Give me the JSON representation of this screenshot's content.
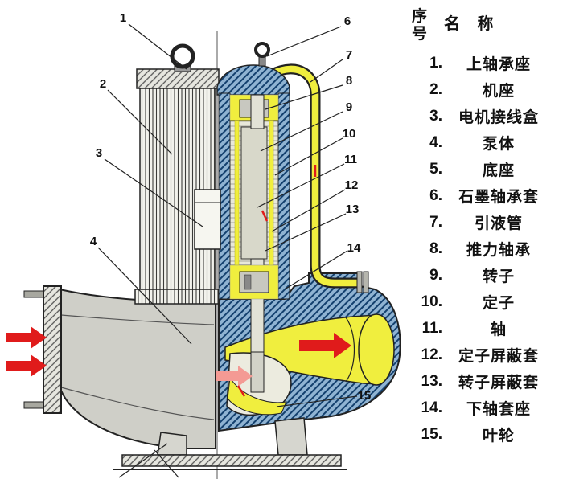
{
  "legend": {
    "header": {
      "col1": "序号",
      "col2": "名 称"
    },
    "items": [
      {
        "num": "1.",
        "name": "上轴承座"
      },
      {
        "num": "2.",
        "name": "机座"
      },
      {
        "num": "3.",
        "name": "电机接线盒"
      },
      {
        "num": "4.",
        "name": "泵体"
      },
      {
        "num": "5.",
        "name": "底座"
      },
      {
        "num": "6.",
        "name": "石墨轴承套"
      },
      {
        "num": "7.",
        "name": "引液管"
      },
      {
        "num": "8.",
        "name": "推力轴承"
      },
      {
        "num": "9.",
        "name": "转子"
      },
      {
        "num": "10.",
        "name": "定子"
      },
      {
        "num": "11.",
        "name": "轴"
      },
      {
        "num": "12.",
        "name": "定子屏蔽套"
      },
      {
        "num": "13.",
        "name": "转子屏蔽套"
      },
      {
        "num": "14.",
        "name": "下轴套座"
      },
      {
        "num": "15.",
        "name": "叶轮"
      }
    ]
  },
  "diagram": {
    "callouts": [
      "1",
      "2",
      "3",
      "4",
      "6",
      "7",
      "8",
      "9",
      "10",
      "11",
      "12",
      "13",
      "14",
      "15"
    ],
    "colors": {
      "fluid_yellow": "#f0ee3e",
      "casing_blue": "#8fb3d2",
      "hatch_line_blue": "#13406e",
      "body_gray": "#cfcfc8",
      "arrow_red": "#e01b1b",
      "arrow_pink": "#f49a94"
    }
  }
}
